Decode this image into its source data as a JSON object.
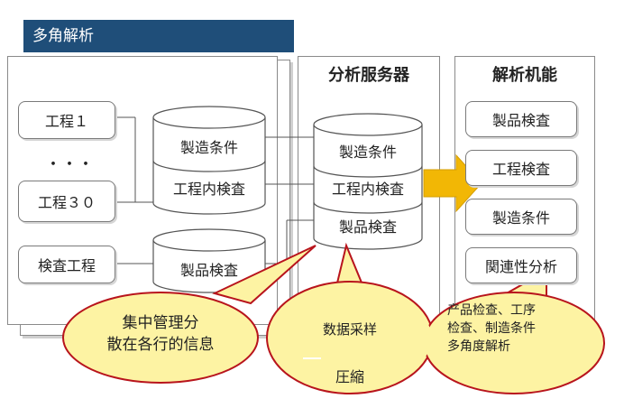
{
  "header": {
    "title": "多角解析"
  },
  "left_panel": {
    "process_1": "工程１",
    "ellipsis": "・・・",
    "process_30": "工程３０",
    "inspection_process": "検査工程",
    "db_top": {
      "segments": [
        "製造条件",
        "工程内検査"
      ]
    },
    "db_bottom": {
      "segments": [
        "製品検査"
      ]
    }
  },
  "server_panel": {
    "title": "分析服务器",
    "db": {
      "segments": [
        "製造条件",
        "工程内検査",
        "製品検査"
      ]
    }
  },
  "functions_panel": {
    "title": "解析机能",
    "items": [
      "製品検査",
      "工程検査",
      "製造条件",
      "関連性分析"
    ]
  },
  "callouts": {
    "left": [
      "集中管理分",
      "散在各行的信息"
    ],
    "middle_top": "数据采样",
    "middle_bottom": "圧縮",
    "right": [
      "产品检查、工序",
      "检查、制造条件",
      "多角度解析"
    ]
  },
  "colors": {
    "header_bg": "#1f4e79",
    "arrow": "#f2b705",
    "bubble_fill": "#fdf3a3",
    "bubble_stroke": "#b8141c"
  }
}
